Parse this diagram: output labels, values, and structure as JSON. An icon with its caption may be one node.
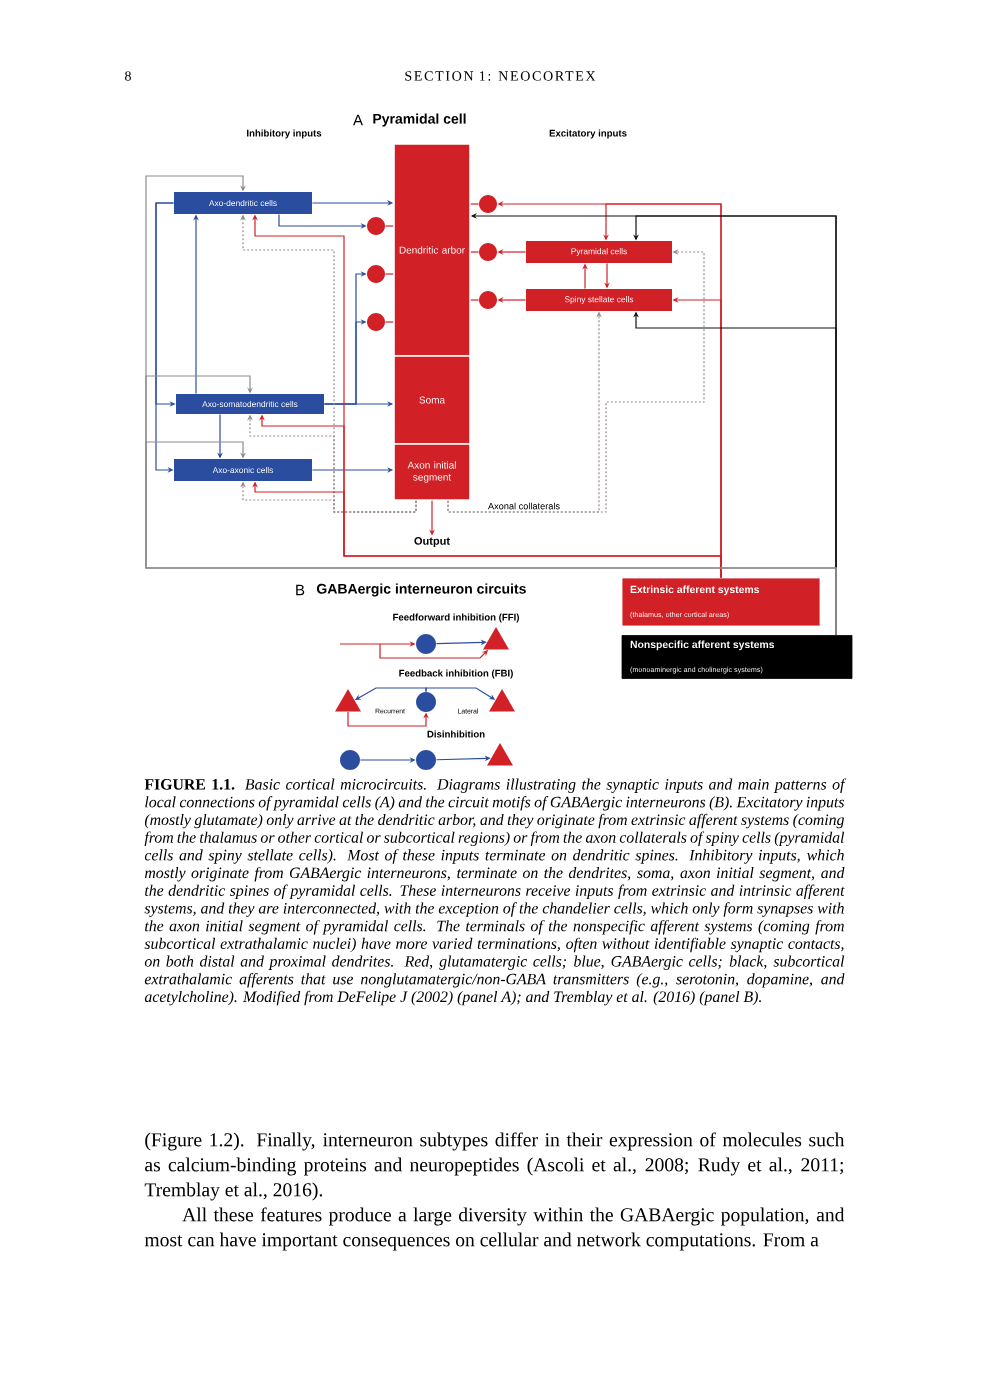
{
  "diagram": {
    "caption": "**FIGURE 1.1.** *Basic cortical microcircuits. Diagrams illustrating the synaptic inputs and main patterns of local connections of pyramidal cells (A) and the circuit motifs of GABAergic interneurons (B). Excitatory inputs (mostly glutamate) only arrive at the dendritic arbor, and they originate from extrinsic afferent systems (coming from the thalamus or other cortical or subcortical regions) or from the axon collaterals of spiny cells (pyramidal cells and spiny stellate cells). Most of these inputs terminate on dendritic spines. Inhibitory inputs, which mostly originate from GABAergic interneurons, terminate on the dendrites, soma, axon initial segment, and the dendritic spines of pyramidal cells. These interneurons receive inputs from extrinsic and intrinsic afferent systems, and they are interconnected, with the exception of the chandelier cells, which only form synapses with the axon initial segment of pyramidal cells. The terminals of the nonspecific afferent systems (coming from subcortical extrathalamic nuclei) have more varied terminations, often without identifiable synaptic contacts, on both distal and proximal dendrites. Red, glutamatergic cells; blue, GABAergic cells; black, subcortical extrathalamic afferents that use nonglutamatergic/non-GABA transmitters (e.g., serotonin, dopamine, and acetylcholine). Modified from DeFelipe J (2002) (panel A); and Tremblay et al. (2016) (panel B).*",
    "nodes": [
      {
        "text": [
          "Dendritic arbor"
        ]
      },
      {
        "text": [
          "Soma"
        ]
      },
      {
        "text": [
          "Axon initial segment"
        ]
      },
      {
        "text": [
          "Axo-dendritic cells"
        ]
      },
      {
        "text": [
          "Axo-somatodendritic cells"
        ]
      },
      {
        "text": [
          "Axo-axonic cells"
        ]
      },
      {
        "text": [
          "Pyramidal cells"
        ]
      },
      {
        "text": [
          "Spiny stellate cells"
        ]
      },
      {
        "text": [
          "Output"
        ]
      },
      {
        "text": [
          "Extrinsic afferent systems",
          "(thalamus, other cortical areas)"
        ]
      },
      {
        "text": [
          "Nonspecific afferent systems",
          "(monoaminergic and cholinergic systems)"
        ]
      },
      {
        "text": [],
        "shape": "circle"
      },
      {
        "text": [],
        "shape": "circle"
      },
      {
        "text": [],
        "shape": "circle"
      },
      {
        "text": [],
        "shape": "circle"
      },
      {
        "text": [],
        "shape": "circle"
      },
      {
        "text": [],
        "shape": "circle"
      },
      {
        "text": [],
        "shape": "circle"
      },
      {
        "text": [],
        "shape": "triangle"
      },
      {
        "text": [],
        "shape": "triangle"
      },
      {
        "text": [],
        "shape": "circle"
      },
      {
        "text": [],
        "shape": "triangle"
      },
      {
        "text": [],
        "shape": "circle"
      },
      {
        "text": [],
        "shape": "circle"
      },
      {
        "text": [],
        "shape": "triangle"
      }
    ],
    "edges": [
      {
        "from": 3,
        "to": 0,
        "arrow": "to",
        "color": "#2b4da0"
      },
      {
        "from": 4,
        "to": 1,
        "arrow": "to",
        "color": "#2b4da0"
      },
      {
        "from": 5,
        "to": 2,
        "arrow": "to",
        "color": "#2b4da0"
      },
      {
        "from": 3,
        "to": 11,
        "arrow": "to",
        "color": "#2b4da0"
      },
      {
        "from": 4,
        "to": 12,
        "arrow": "to",
        "color": "#2b4da0"
      },
      {
        "from": 4,
        "to": 13,
        "arrow": "to",
        "color": "#2b4da0"
      },
      {
        "from": 11,
        "to": 0,
        "arrow": "none"
      },
      {
        "from": 12,
        "to": 0,
        "arrow": "none"
      },
      {
        "from": 13,
        "to": 0,
        "arrow": "none"
      },
      {
        "from": 14,
        "to": 0,
        "arrow": "none"
      },
      {
        "from": 15,
        "to": 0,
        "arrow": "none"
      },
      {
        "from": 16,
        "to": 0,
        "arrow": "none"
      },
      {
        "from": 4,
        "to": 3,
        "arrow": "to",
        "color": "#2b4da0"
      },
      {
        "from": 4,
        "to": 5,
        "arrow": "to",
        "color": "#2b4da0"
      },
      {
        "from": 6,
        "to": 15,
        "arrow": "to"
      },
      {
        "from": 7,
        "to": 16,
        "arrow": "to"
      },
      {
        "from": 6,
        "to": 7,
        "arrow": "to"
      },
      {
        "from": 7,
        "to": 6,
        "arrow": "to"
      },
      {
        "from": 9,
        "to": 14,
        "arrow": "to"
      },
      {
        "from": 9,
        "to": 7,
        "arrow": "to"
      },
      {
        "from": 9,
        "to": 6,
        "arrow": "to"
      },
      {
        "from": 10,
        "to": 0,
        "arrow": "to",
        "color": "#111111"
      },
      {
        "from": 10,
        "to": 6,
        "arrow": "to",
        "color": "#111111"
      },
      {
        "from": 10,
        "to": 7,
        "arrow": "to",
        "color": "#111111"
      },
      {
        "from": 2,
        "to": 8,
        "arrow": "to"
      },
      {
        "from": 2,
        "to": 7,
        "arrow": "to",
        "style": "dashed",
        "color": "#9a8a8a",
        "label": "Axonal collaterals"
      },
      {
        "from": 2,
        "to": 6,
        "arrow": "to",
        "style": "dashed",
        "color": "#9a8a8a"
      },
      {
        "from": 2,
        "to": 3,
        "arrow": "to",
        "style": "dashed",
        "color": "#9a8a8a"
      },
      {
        "from": 2,
        "to": 4,
        "arrow": "to",
        "style": "dashed",
        "color": "#9a8a8a"
      },
      {
        "from": 2,
        "to": 5,
        "arrow": "to",
        "style": "dashed",
        "color": "#9a8a8a"
      },
      {
        "from": 9,
        "to": 3,
        "arrow": "to"
      },
      {
        "from": 9,
        "to": 4,
        "arrow": "to"
      },
      {
        "from": 9,
        "to": 5,
        "arrow": "to"
      },
      {
        "from": 3,
        "to": 4,
        "arrow": "to",
        "color": "#2b4da0"
      },
      {
        "from": 3,
        "to": 5,
        "arrow": "to",
        "color": "#2b4da0"
      },
      {
        "from": 10,
        "to": 3,
        "arrow": "to",
        "color": "#8c8c8c"
      },
      {
        "from": 10,
        "to": 4,
        "arrow": "to",
        "color": "#8c8c8c"
      },
      {
        "from": 10,
        "to": 5,
        "arrow": "to",
        "color": "#8c8c8c"
      },
      {
        "from": null,
        "to": 17,
        "arrow": "to"
      },
      {
        "from": null,
        "to": 18,
        "arrow": "to"
      },
      {
        "from": 17,
        "to": 18,
        "arrow": "to",
        "color": "#2b4da0"
      },
      {
        "from": 20,
        "to": 19,
        "arrow": "to",
        "color": "#2b4da0",
        "label": "Recurrent"
      },
      {
        "from": 20,
        "to": 21,
        "arrow": "to",
        "color": "#2b4da0",
        "label": "Lateral"
      },
      {
        "from": 19,
        "to": 20,
        "arrow": "to"
      },
      {
        "from": 22,
        "to": 23,
        "arrow": "to",
        "color": "#2b4da0"
      },
      {
        "from": 23,
        "to": 24,
        "arrow": "to",
        "color": "#2b4da0"
      }
    ],
    "labels": [
      "8",
      "SECTION 1: NEOCORTEX",
      "A",
      "Pyramidal cell",
      "Inhibitory inputs",
      "Excitatory inputs",
      "B",
      "GABAergic interneuron circuits",
      "Feedforward inhibition (FFI)",
      "Feedback inhibition (FBI)",
      "Disinhibition",
      "(Figure 1.2). Finally, interneuron subtypes differ in their expression of molecules such as calcium-binding proteins and neuropeptides (Ascoli et al., 2008; Rudy et al., 2011; Tremblay et al., 2016).",
      "All these features produce a large diversity within the GABAergic population, and most can have important consequences on cellular and network computations. From a"
    ]
  }
}
